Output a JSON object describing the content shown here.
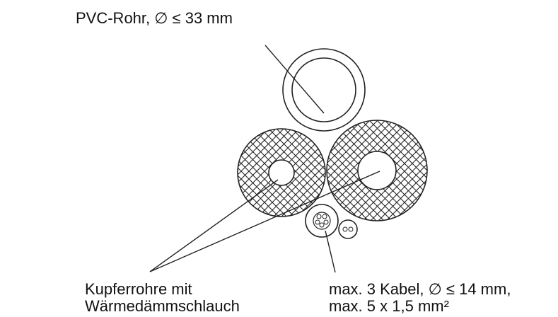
{
  "labels": {
    "pvc_pipe": "PVC-Rohr, ∅ ≤ 33 mm",
    "copper_line1": "Kupferrohre mit",
    "copper_line2": "Wärmedämmschlauch",
    "cable_line1": "max. 3 Kabel, ∅ ≤ 14 mm,",
    "cable_line2": "max. 5 x 1,5 mm²"
  }
}
